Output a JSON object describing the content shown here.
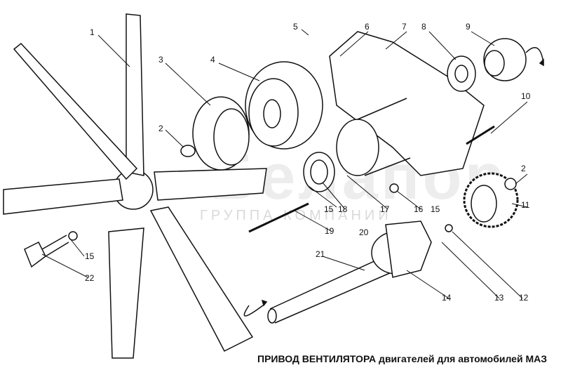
{
  "caption": "ПРИВОД ВЕНТИЛЯТОРА двигателей для автомобилей МАЗ",
  "watermark": {
    "logo": "Белапор",
    "subtitle": "ГРУППА КОМПАНИЙ"
  },
  "labels": [
    "1",
    "2",
    "3",
    "4",
    "5",
    "6",
    "7",
    "8",
    "9",
    "10",
    "2",
    "11",
    "12",
    "13",
    "14",
    "15",
    "18",
    "17",
    "16",
    "15",
    "19",
    "20",
    "21",
    "15",
    "22"
  ]
}
